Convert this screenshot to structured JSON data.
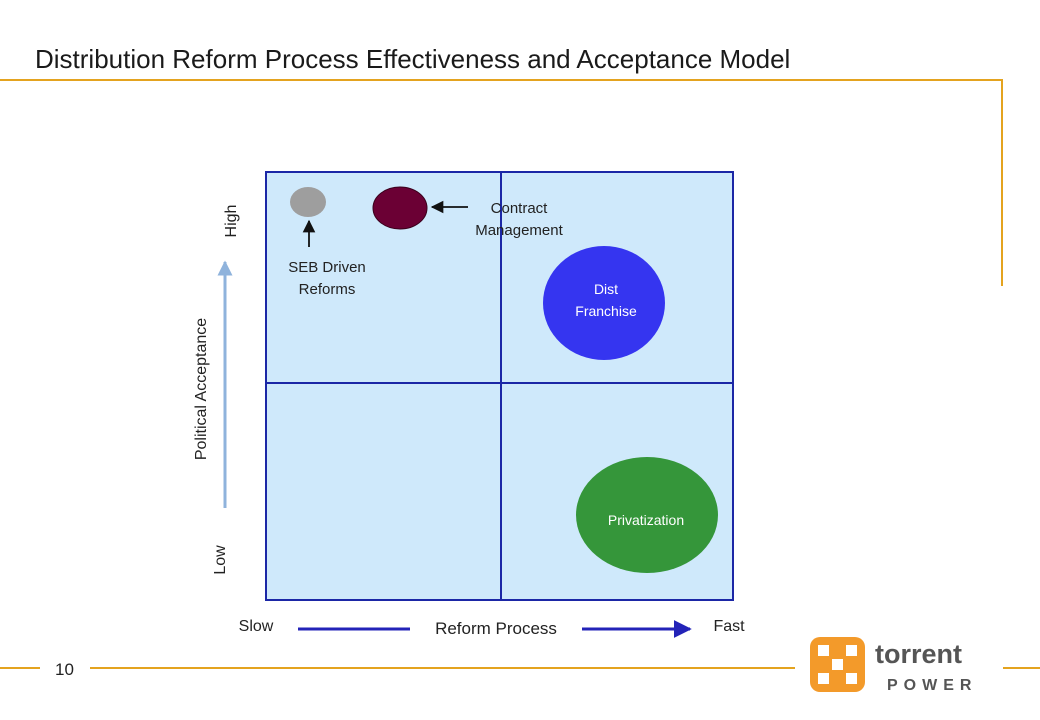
{
  "title": "Distribution Reform Process Effectiveness and Acceptance Model",
  "page_number": "10",
  "axes": {
    "y_label": "Political Acceptance",
    "y_high": "High",
    "y_low": "Low",
    "x_label": "Reform Process",
    "x_slow": "Slow",
    "x_fast": "Fast"
  },
  "bubbles": {
    "seb": {
      "label_line1": "SEB Driven",
      "label_line2": "Reforms"
    },
    "contract": {
      "label_line1": "Contract",
      "label_line2": "Management"
    },
    "franchise": {
      "label_line1": "Dist",
      "label_line2": "Franchise"
    },
    "privatization": {
      "label": "Privatization"
    }
  },
  "logo": {
    "name": "torrent",
    "tagline": "POWER"
  },
  "colors": {
    "accent_gold": "#e4a31f",
    "quadrant_fill": "#cfe9fb",
    "quadrant_border": "#1b27a6",
    "seb_bubble": "#9e9e9e",
    "contract_bubble": "#6b0034",
    "franchise_bubble": "#3535f0",
    "privatization_bubble": "#35963a",
    "y_arrow": "#8fb3dc",
    "x_arrow": "#2323b8",
    "logo_orange": "#f39a2a"
  }
}
